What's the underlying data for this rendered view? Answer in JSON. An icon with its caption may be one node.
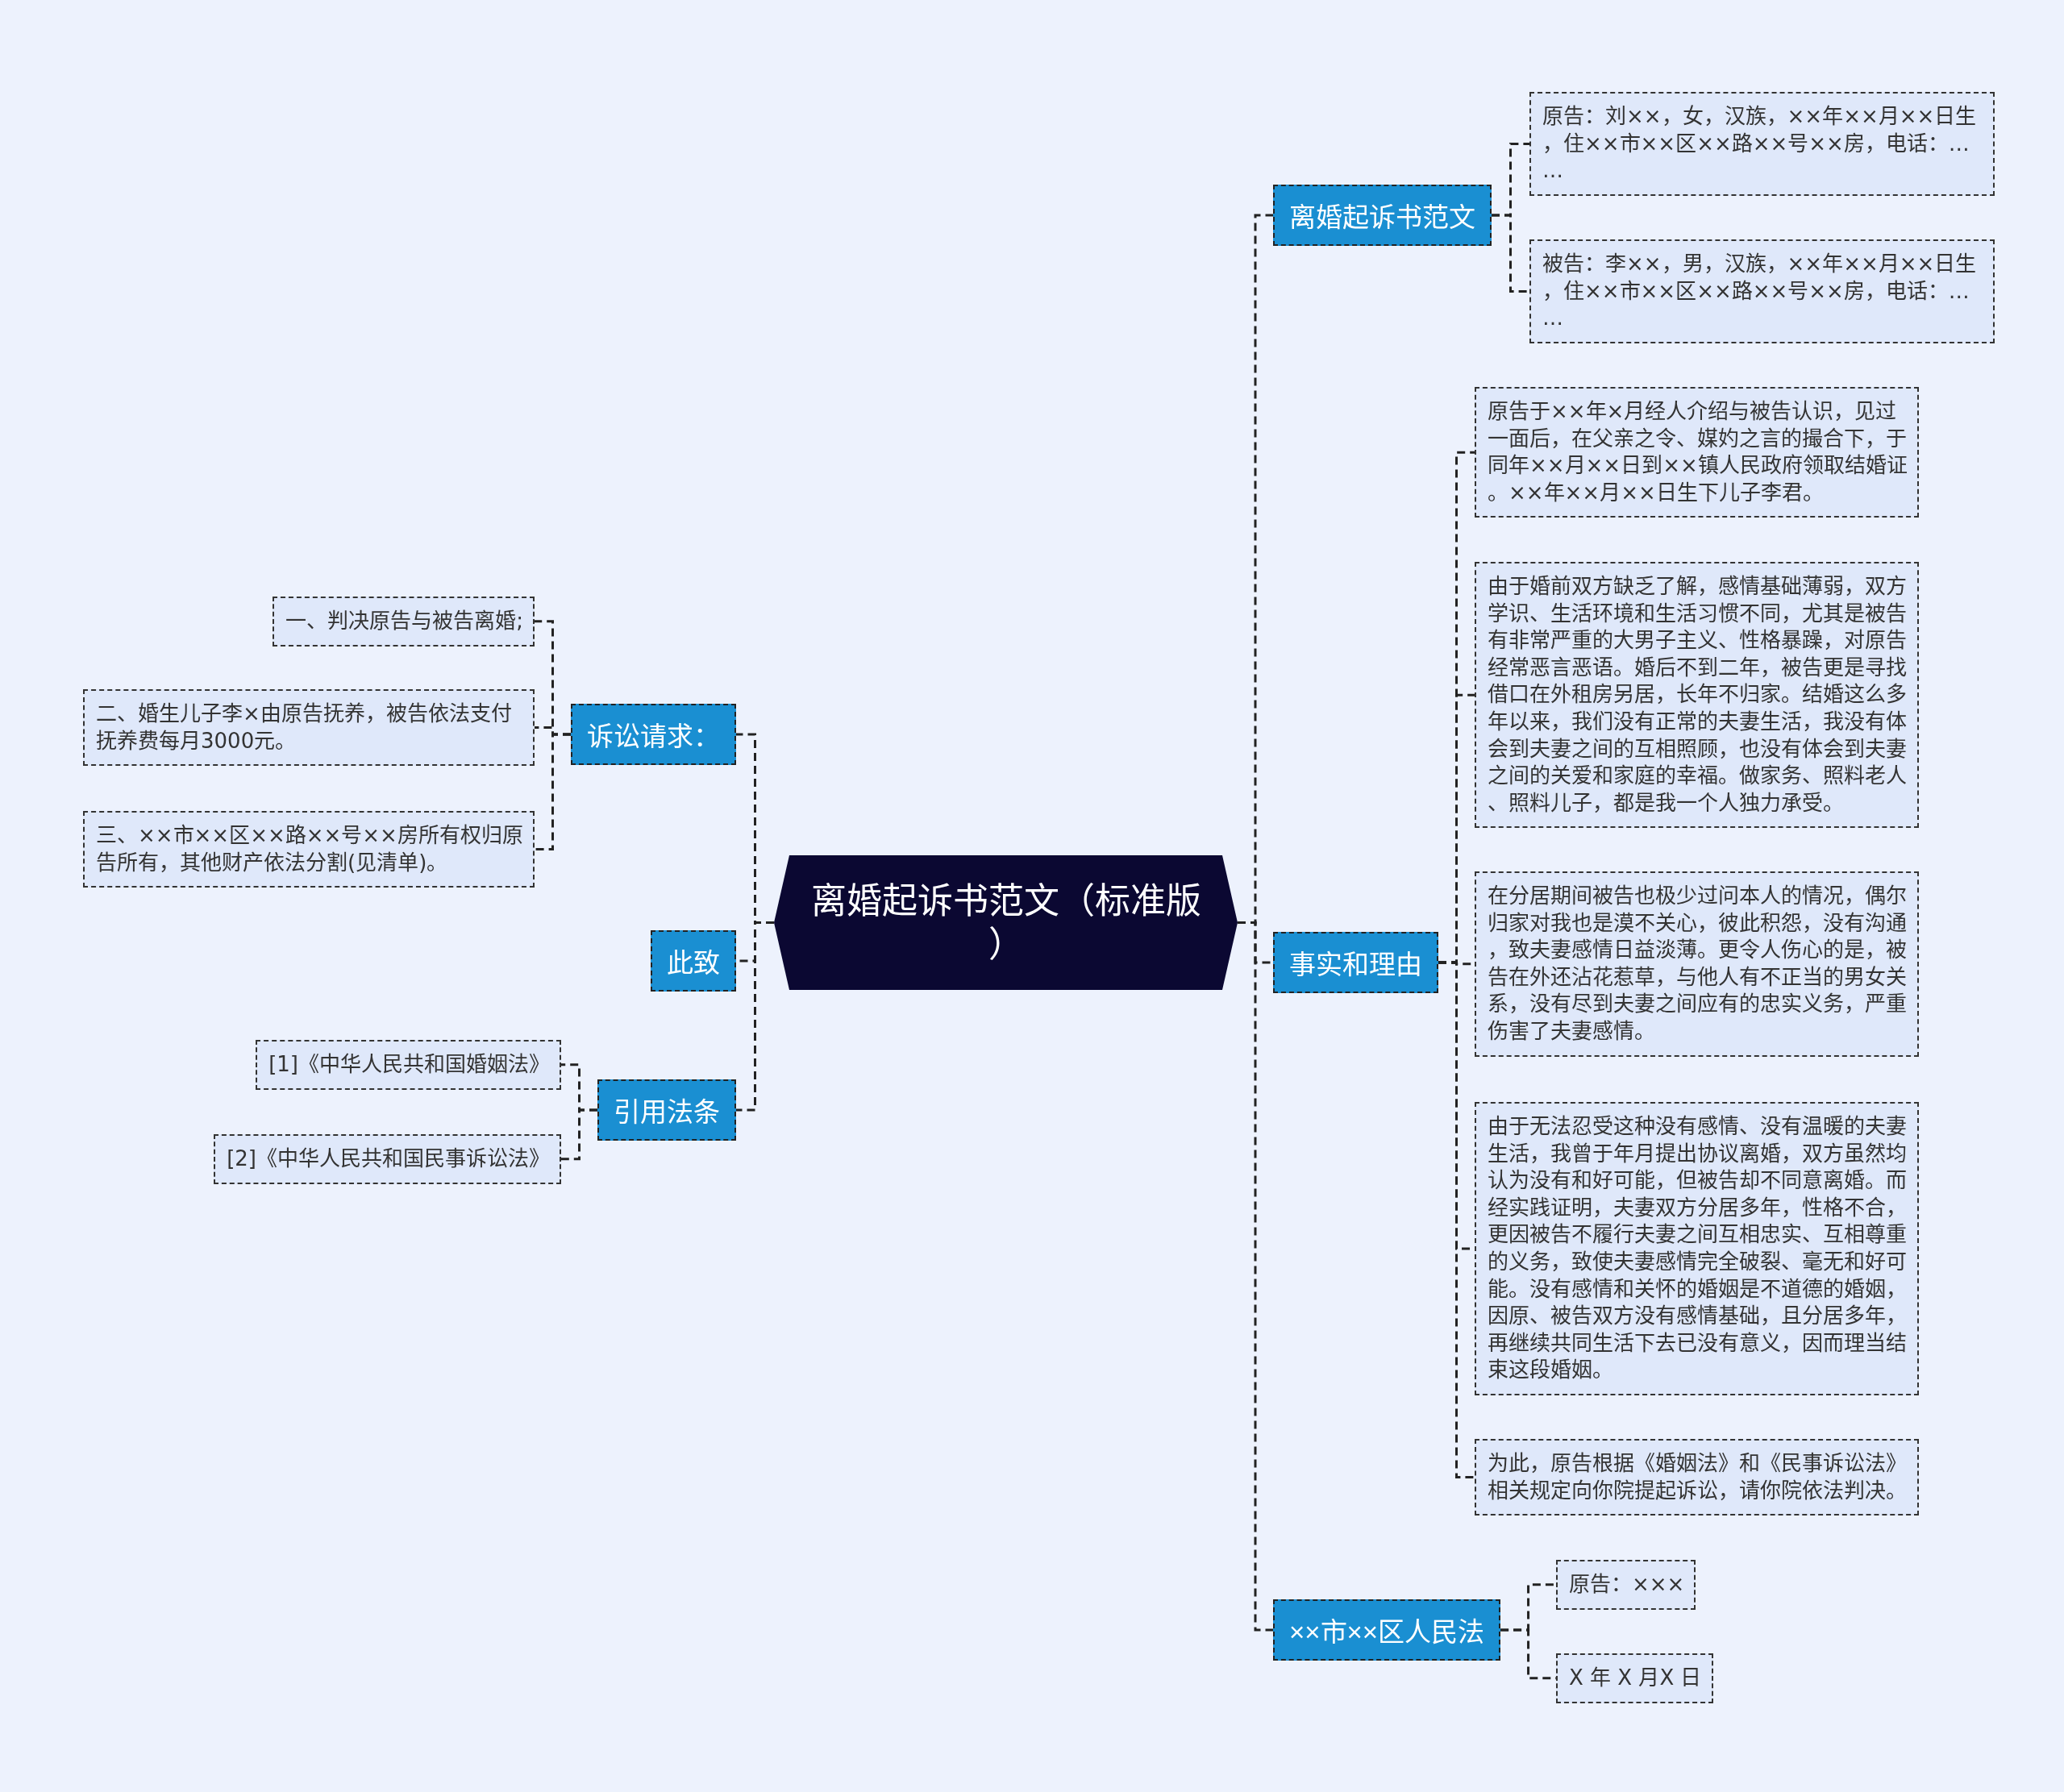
{
  "diagram": {
    "nodes": [
      {
        "text": [
          "离婚起诉书范文（标准版）"
        ]
      },
      {
        "text": [
          "离婚起诉书范文"
        ]
      },
      {
        "text": [
          "原告：刘××，女，汉族，××年××月××日生，住××市××区××路××号××房，电话：……"
        ]
      },
      {
        "text": [
          "被告：李××，男，汉族，××年××月××日生，住××市××区××路××号××房，电话：……"
        ]
      },
      {
        "text": [
          "事实和理由"
        ]
      },
      {
        "text": [
          "原告于××年×月经人介绍与被告认识，见过一面后，在父亲之令、媒妁之言的撮合下，于同年××月××日到××镇人民政府领取结婚证。××年××月××日生下儿子李君。"
        ]
      },
      {
        "text": [
          "由于婚前双方缺乏了解，感情基础薄弱，双方学识、生活环境和生活习惯不同，尤其是被告有非常严重的大男子主义、性格暴躁，对原告经常恶言恶语。婚后不到二年，被告更是寻找借口在外租房另居，长年不归家。结婚这么多年以来，我们没有正常的夫妻生活，我没有体会到夫妻之间的互相照顾，也没有体会到夫妻之间的关爱和家庭的幸福。做家务、照料老人、照料儿子，都是我一个人独力承受。"
        ]
      },
      {
        "text": [
          "在分居期间被告也极少过问本人的情况，偶尔归家对我也是漠不关心，彼此积怨，没有沟通，致夫妻感情日益淡薄。更令人伤心的是，被告在外还沾花惹草，与他人有不正当的男女关系，没有尽到夫妻之间应有的忠实义务，严重伤害了夫妻感情。"
        ]
      },
      {
        "text": [
          "由于无法忍受这种没有感情、没有温暖的夫妻生活，我曾于年月提出协议离婚，双方虽然均认为没有和好可能，但被告却不同意离婚。而经实践证明，夫妻双方分居多年，性格不合，更因被告不履行夫妻之间互相忠实、互相尊重的义务，致使夫妻感情完全破裂、毫无和好可能。没有感情和关怀的婚姻是不道德的婚姻，因原、被告双方没有感情基础，且分居多年，再继续共同生活下去已没有意义，因而理当结束这段婚姻。"
        ]
      },
      {
        "text": [
          "为此，原告根据《婚姻法》和《民事诉讼法》相关规定向你院提起诉讼，请你院依法判决。"
        ]
      },
      {
        "text": [
          "××市××区人民法"
        ]
      },
      {
        "text": [
          "原告：×××"
        ]
      },
      {
        "text": [
          "X 年 X 月X 日"
        ]
      },
      {
        "text": [
          "诉讼请求："
        ]
      },
      {
        "text": [
          "一、判决原告与被告离婚;"
        ]
      },
      {
        "text": [
          "二、婚生儿子李×由原告抚养，被告依法支付抚养费每月3000元。"
        ]
      },
      {
        "text": [
          "三、××市××区××路××号××房所有权归原告所有，其他财产依法分割(见清单)。"
        ]
      },
      {
        "text": [
          "此致"
        ]
      },
      {
        "text": [
          "引用法条"
        ]
      },
      {
        "text": [
          "[1]《中华人民共和国婚姻法》"
        ]
      },
      {
        "text": [
          "[2]《中华人民共和国民事诉讼法》"
        ]
      }
    ],
    "edges": [
      {
        "from": 0,
        "to": 1,
        "arrow": "none",
        "style": "dashed"
      },
      {
        "from": 0,
        "to": 4,
        "arrow": "none",
        "style": "dashed"
      },
      {
        "from": 0,
        "to": 10,
        "arrow": "none",
        "style": "dashed"
      },
      {
        "from": 0,
        "to": 13,
        "arrow": "none",
        "style": "dashed"
      },
      {
        "from": 0,
        "to": 17,
        "arrow": "none",
        "style": "dashed"
      },
      {
        "from": 0,
        "to": 18,
        "arrow": "none",
        "style": "dashed"
      },
      {
        "from": 1,
        "to": 2,
        "arrow": "none",
        "style": "dashed"
      },
      {
        "from": 1,
        "to": 3,
        "arrow": "none",
        "style": "dashed"
      },
      {
        "from": 4,
        "to": 5,
        "arrow": "none",
        "style": "dashed"
      },
      {
        "from": 4,
        "to": 6,
        "arrow": "none",
        "style": "dashed"
      },
      {
        "from": 4,
        "to": 7,
        "arrow": "none",
        "style": "dashed"
      },
      {
        "from": 4,
        "to": 8,
        "arrow": "none",
        "style": "dashed"
      },
      {
        "from": 4,
        "to": 9,
        "arrow": "none",
        "style": "dashed"
      },
      {
        "from": 10,
        "to": 11,
        "arrow": "none",
        "style": "dashed"
      },
      {
        "from": 10,
        "to": 12,
        "arrow": "none",
        "style": "dashed"
      },
      {
        "from": 13,
        "to": 14,
        "arrow": "none",
        "style": "dashed"
      },
      {
        "from": 13,
        "to": 15,
        "arrow": "none",
        "style": "dashed"
      },
      {
        "from": 13,
        "to": 16,
        "arrow": "none",
        "style": "dashed"
      },
      {
        "from": 18,
        "to": 19,
        "arrow": "none",
        "style": "dashed"
      },
      {
        "from": 18,
        "to": 20,
        "arrow": "none",
        "style": "dashed"
      }
    ]
  }
}
